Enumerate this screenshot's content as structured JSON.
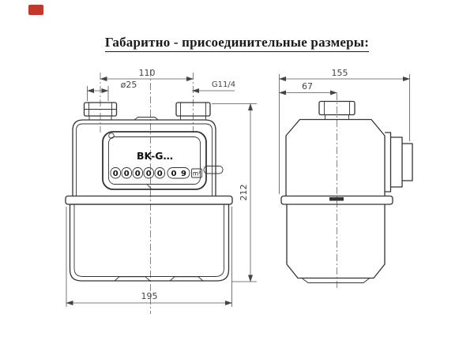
{
  "title": "Габаритно - присоединительные размеры:",
  "placeholder": {
    "color": "#c0392b"
  },
  "meter": {
    "model_label": "BK-G…",
    "counter": {
      "digits": [
        "0",
        "0",
        "0",
        "0",
        "0"
      ],
      "decimal_digits": [
        "0",
        "9"
      ],
      "unit": "m³"
    }
  },
  "dimensions": {
    "front": {
      "nozzle_spacing": "110",
      "inlet_diameter": "ø25",
      "thread_size": "G11/4",
      "overall_height": "212",
      "overall_width": "195"
    },
    "side": {
      "overall_depth": "155",
      "nozzle_offset": "67"
    }
  },
  "colors": {
    "line": "#333333",
    "dim_text": "#444444"
  }
}
